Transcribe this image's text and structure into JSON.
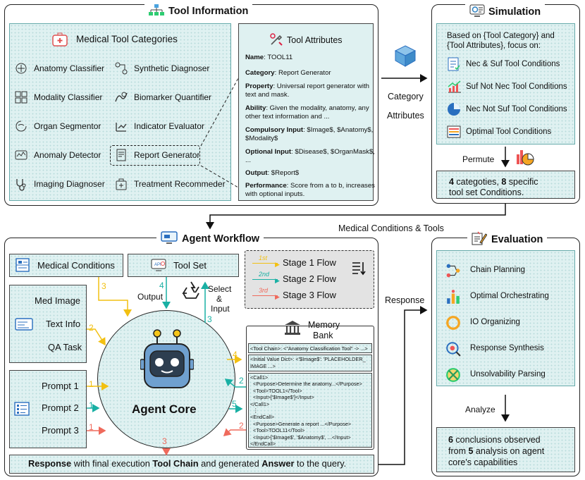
{
  "tool_info": {
    "title": "Tool Information",
    "categories_title": "Medical Tool Categories",
    "categories": [
      "Anatomy Classifier",
      "Synthetic Diagnoser",
      "Modality Classifier",
      "Biomarker Quantifier",
      "Organ Segmentor",
      "Indicator Evaluator",
      "Anomaly Detector",
      "Report Generator",
      "Imaging Diagnoser",
      "Treatment Recommeder"
    ],
    "attributes_title": "Tool Attributes",
    "attributes": [
      {
        "key": "Name",
        "value": "TOOL11"
      },
      {
        "key": "Category",
        "value": "Report Generator"
      },
      {
        "key": "Property",
        "value": "Universal report generator with text and mask."
      },
      {
        "key": "Ability",
        "value": "Given the modality, anatomy, any other text information and ..."
      },
      {
        "key": "Compulsory Input",
        "value": "$Image$, $Anatomy$, $Modality$"
      },
      {
        "key": "Optional Input",
        "value": "$Disease$, $OrganMask$, ..."
      },
      {
        "key": "Output",
        "value": "$Report$"
      },
      {
        "key": "Performance",
        "value": "Score from a to b, increases with optional inputs."
      }
    ]
  },
  "arrow_labels": {
    "category": "Category",
    "attributes": "Attributes",
    "medical_conditions_tools": "Medical Conditions & Tools",
    "response": "Response",
    "permute": "Permute",
    "analyze": "Analyze",
    "output": "Output",
    "select_input": [
      "Select",
      "&",
      "Input"
    ]
  },
  "simulation": {
    "title": "Simulation",
    "intro": [
      "Based on {Tool Category} and",
      "{Tool Attributes}, focus on:"
    ],
    "conditions": [
      "Nec & Suf Tool Conditions",
      "Suf Not Nec Tool Conditions",
      "Nec Not Suf Tool Conditions",
      "Optimal Tool Conditions"
    ],
    "result": {
      "n1": "4",
      "t1": " categoties, ",
      "n2": "8",
      "t2": " specific",
      "line2": "tool set Conditions."
    }
  },
  "workflow": {
    "title": "Agent Workflow",
    "medical_conditions": "Medical Conditions",
    "tool_set": "Tool Set",
    "stages": [
      {
        "tag": "1st",
        "label": "Stage 1 Flow",
        "color": "#f2c012"
      },
      {
        "tag": "2nd",
        "label": "Stage 2 Flow",
        "color": "#19b0a4"
      },
      {
        "tag": "3rd",
        "label": "Stage 3 Flow",
        "color": "#ef6a5c"
      }
    ],
    "inputs": [
      "Med Image",
      "Text Info",
      "QA Task"
    ],
    "prompts": [
      "Prompt 1",
      "Prompt 2",
      "Prompt 3"
    ],
    "agent_core": "Agent Core",
    "memory_bank": [
      "Memory",
      "Bank"
    ],
    "memory_lines_top": [
      "<Tool Chain>: <\"Anatomy Classification Tool\" -> ...>"
    ],
    "memory_lines_mid": [
      "<Initial Value Dict>: <'$Image$': 'PLACEHOLDER_",
      "IMAGE ...>"
    ],
    "memory_lines_bottom": [
      "<Call1>",
      "  <Purpose>Determine the anatomy...</Purpose>",
      "  <Tool>TOOL1</Tool>",
      "  <Input>['$Image$']</Input>",
      "</Call1>",
      "  ⋮",
      "<EndCall>",
      "  <Purpose>Generate a report ...</Purpose>",
      "  <Tool>TOOL11</Tool>",
      "  <Input>['$Image$', '$Anatomy$', ...</Input>",
      "</EndCall>"
    ],
    "flow_numbers": {
      "n3_top": "3",
      "n4_output": "4",
      "n3_select": "3",
      "n2_text": "2",
      "n1_p1": "1",
      "n1_p2": "1",
      "n1_p3": "1",
      "n4_mem": "4",
      "n2_mem": "2",
      "n5_mem": "5",
      "n2_mem_b": "2",
      "n3_bottom": "3"
    },
    "response_line": {
      "b1": "Response",
      "t1": " with final execution ",
      "b2": "Tool Chain",
      "t2": " and generated ",
      "b3": "Answer",
      "t3": " to the query."
    }
  },
  "evaluation": {
    "title": "Evaluation",
    "items": [
      "Chain Planning",
      "Optimal Orchestrating",
      "IO Organizing",
      "Response Synthesis",
      "Unsolvability Parsing"
    ],
    "result": {
      "n1": "6",
      "t1": " conclusions observed",
      "t2a": "from ",
      "n2": "5",
      "t2b": " analysis on agent",
      "line3": "core's capabilities"
    }
  },
  "icons": [
    "hierarchy-icon",
    "medical-kit-icon",
    "tools-icon",
    "simulation-screen-icon",
    "boxes-icon",
    "chart-pie-icon",
    "agent-screen-icon",
    "evaluation-icon",
    "recycle-icon",
    "robot-icon",
    "bank-icon",
    "sort-icon"
  ]
}
